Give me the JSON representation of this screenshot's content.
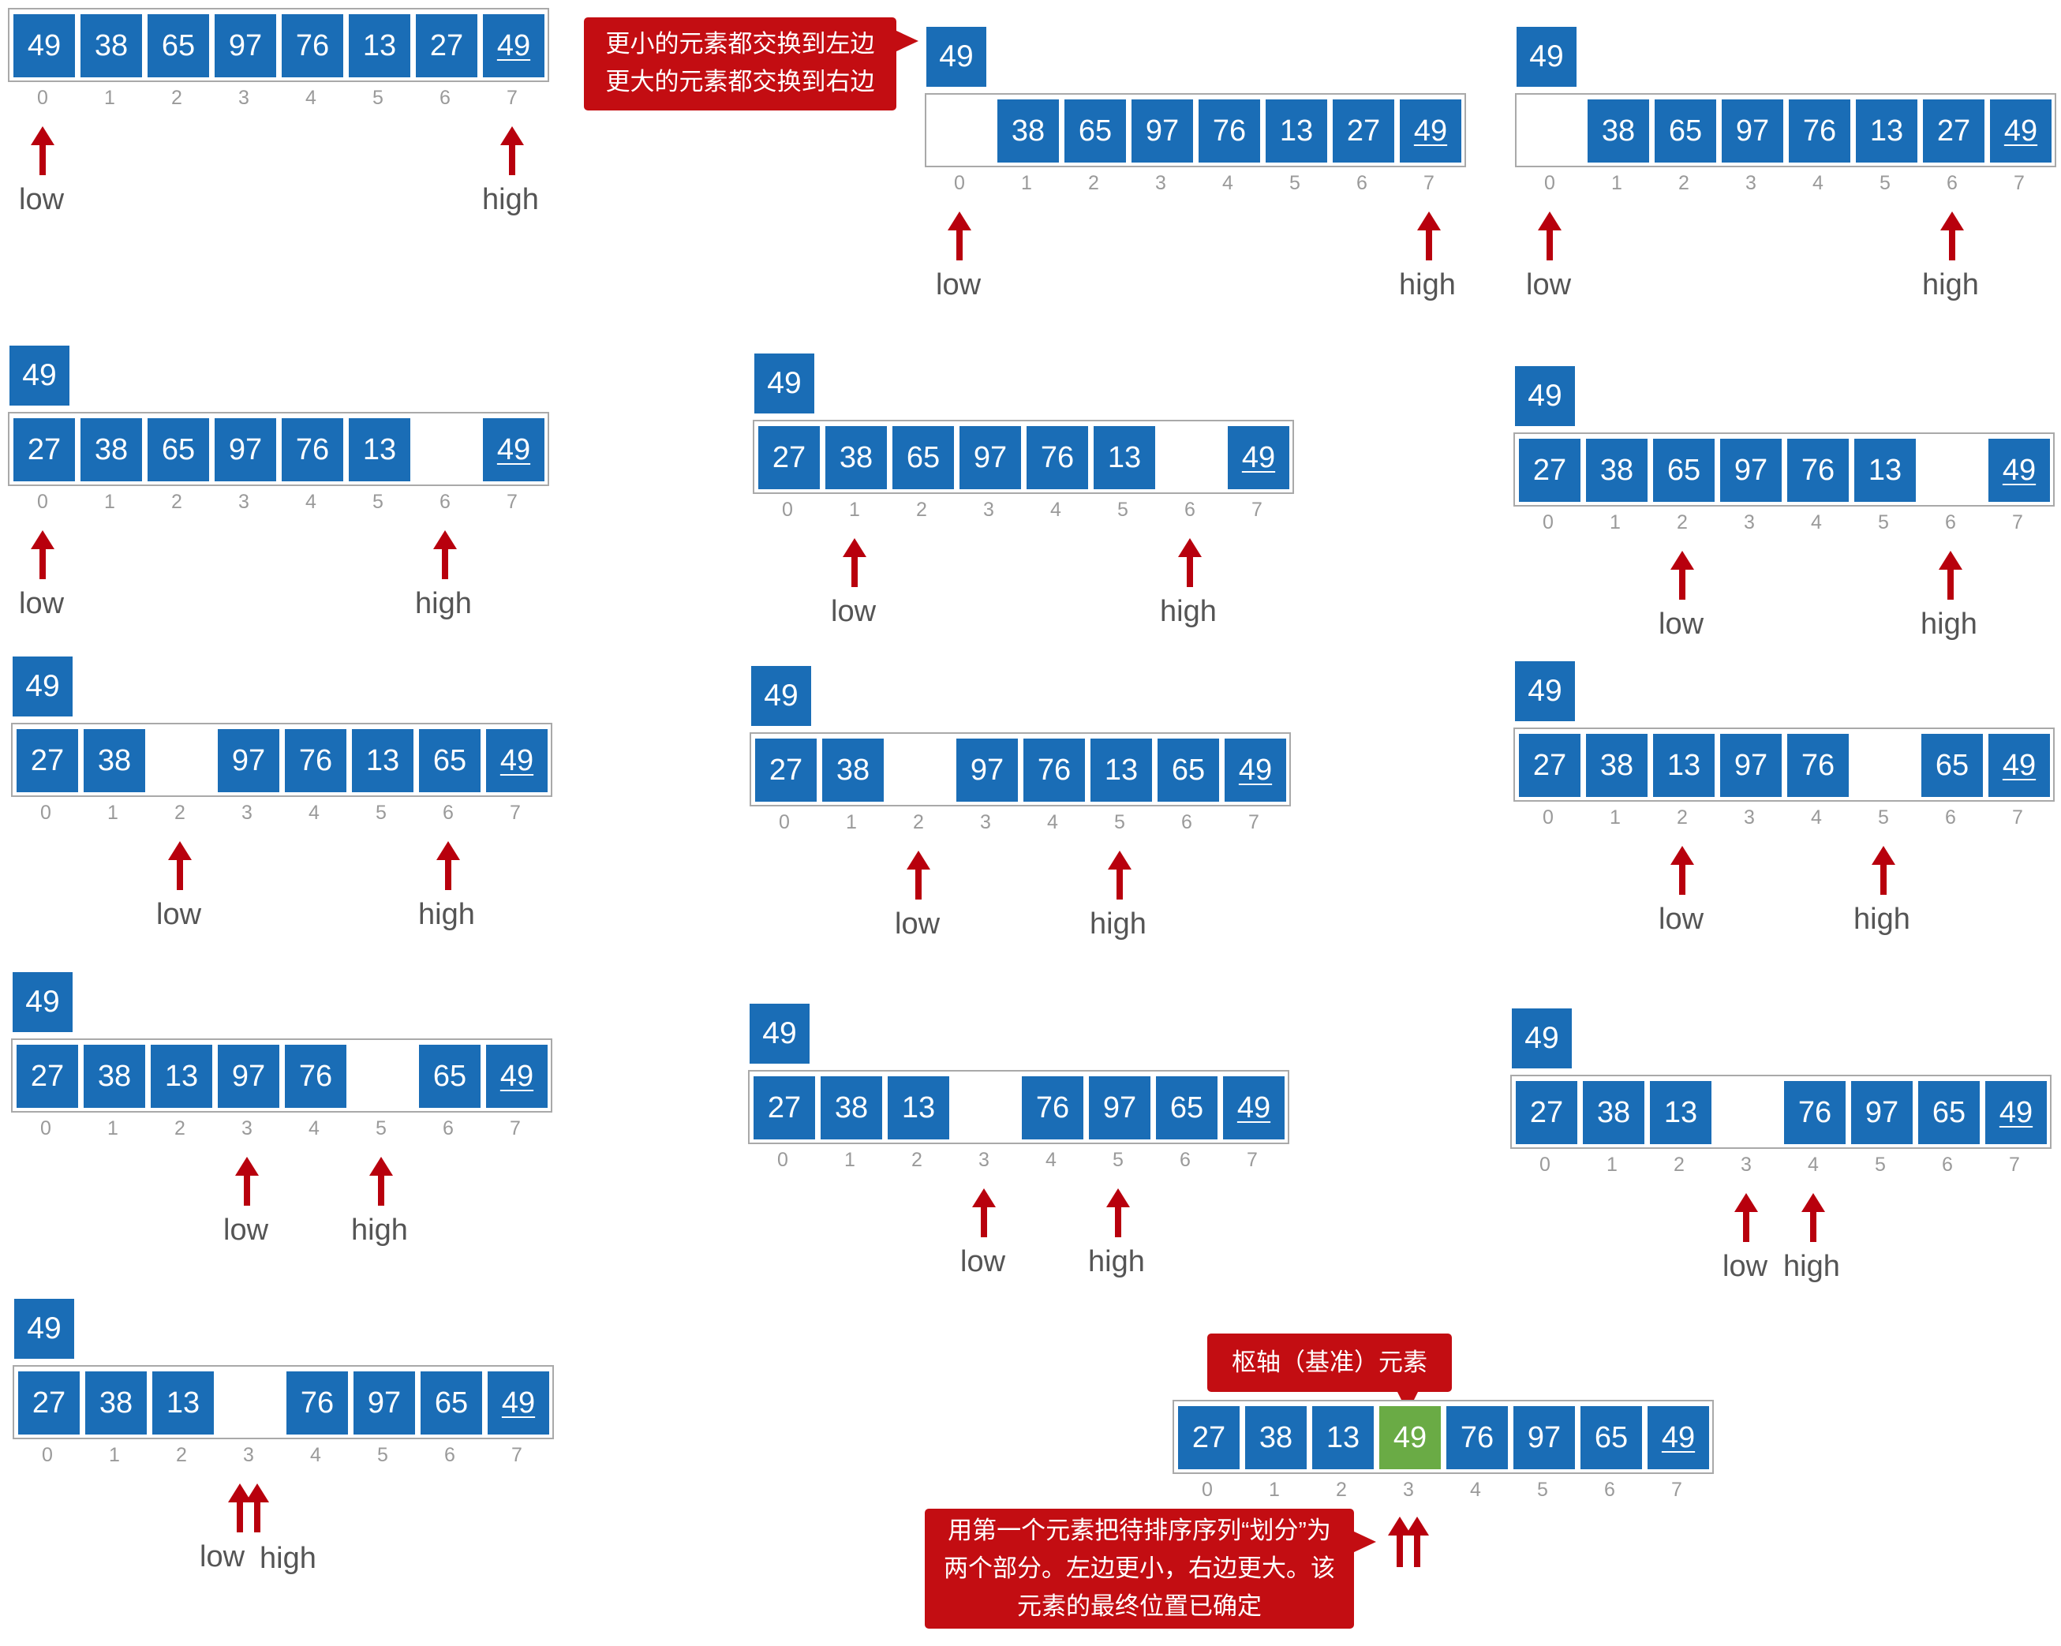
{
  "pivot_value": "49",
  "index_labels": [
    "0",
    "1",
    "2",
    "3",
    "4",
    "5",
    "6",
    "7"
  ],
  "pointer_labels": {
    "low": "low",
    "high": "high"
  },
  "colors": {
    "cell": "#1a6db6",
    "pivot_final": "#6aab45",
    "arrow": "#b8000d",
    "callout": "#c30d12",
    "index": "#9a9a9a"
  },
  "steps": [
    {
      "values": [
        "49",
        "38",
        "65",
        "97",
        "76",
        "13",
        "27",
        "49"
      ],
      "low": 0,
      "high": 7,
      "show_pivot": false
    },
    {
      "values": [
        "",
        "38",
        "65",
        "97",
        "76",
        "13",
        "27",
        "49"
      ],
      "low": 0,
      "high": 7,
      "show_pivot": true
    },
    {
      "values": [
        "",
        "38",
        "65",
        "97",
        "76",
        "13",
        "27",
        "49"
      ],
      "low": 0,
      "high": 6,
      "show_pivot": true
    },
    {
      "values": [
        "27",
        "38",
        "65",
        "97",
        "76",
        "13",
        "",
        "49"
      ],
      "low": 0,
      "high": 6,
      "show_pivot": true
    },
    {
      "values": [
        "27",
        "38",
        "65",
        "97",
        "76",
        "13",
        "",
        "49"
      ],
      "low": 1,
      "high": 6,
      "show_pivot": true
    },
    {
      "values": [
        "27",
        "38",
        "65",
        "97",
        "76",
        "13",
        "",
        "49"
      ],
      "low": 2,
      "high": 6,
      "show_pivot": true
    },
    {
      "values": [
        "27",
        "38",
        "",
        "97",
        "76",
        "13",
        "65",
        "49"
      ],
      "low": 2,
      "high": 6,
      "show_pivot": true
    },
    {
      "values": [
        "27",
        "38",
        "",
        "97",
        "76",
        "13",
        "65",
        "49"
      ],
      "low": 2,
      "high": 5,
      "show_pivot": true
    },
    {
      "values": [
        "27",
        "38",
        "13",
        "97",
        "76",
        "",
        "65",
        "49"
      ],
      "low": 2,
      "high": 5,
      "show_pivot": true
    },
    {
      "values": [
        "27",
        "38",
        "13",
        "97",
        "76",
        "",
        "65",
        "49"
      ],
      "low": 3,
      "high": 5,
      "show_pivot": true
    },
    {
      "values": [
        "27",
        "38",
        "13",
        "",
        "76",
        "97",
        "65",
        "49"
      ],
      "low": 3,
      "high": 5,
      "show_pivot": true
    },
    {
      "values": [
        "27",
        "38",
        "13",
        "",
        "76",
        "97",
        "65",
        "49"
      ],
      "low": 3,
      "high": 4,
      "show_pivot": true
    },
    {
      "values": [
        "27",
        "38",
        "13",
        "",
        "76",
        "97",
        "65",
        "49"
      ],
      "low": 3,
      "high": 3,
      "show_pivot": true
    }
  ],
  "final": {
    "values": [
      "27",
      "38",
      "13",
      "49",
      "76",
      "97",
      "65",
      "49"
    ],
    "pivot_index": 3
  },
  "callouts": {
    "swap_rule": [
      "更小的元素都交换到左边",
      "更大的元素都交换到右边"
    ],
    "pivot_element": "枢轴（基准）元素",
    "summary": [
      "用第一个元素把待排序序列“划分”为",
      "两个部分。左边更小，右边更大。该",
      "元素的最终位置已确定"
    ]
  }
}
